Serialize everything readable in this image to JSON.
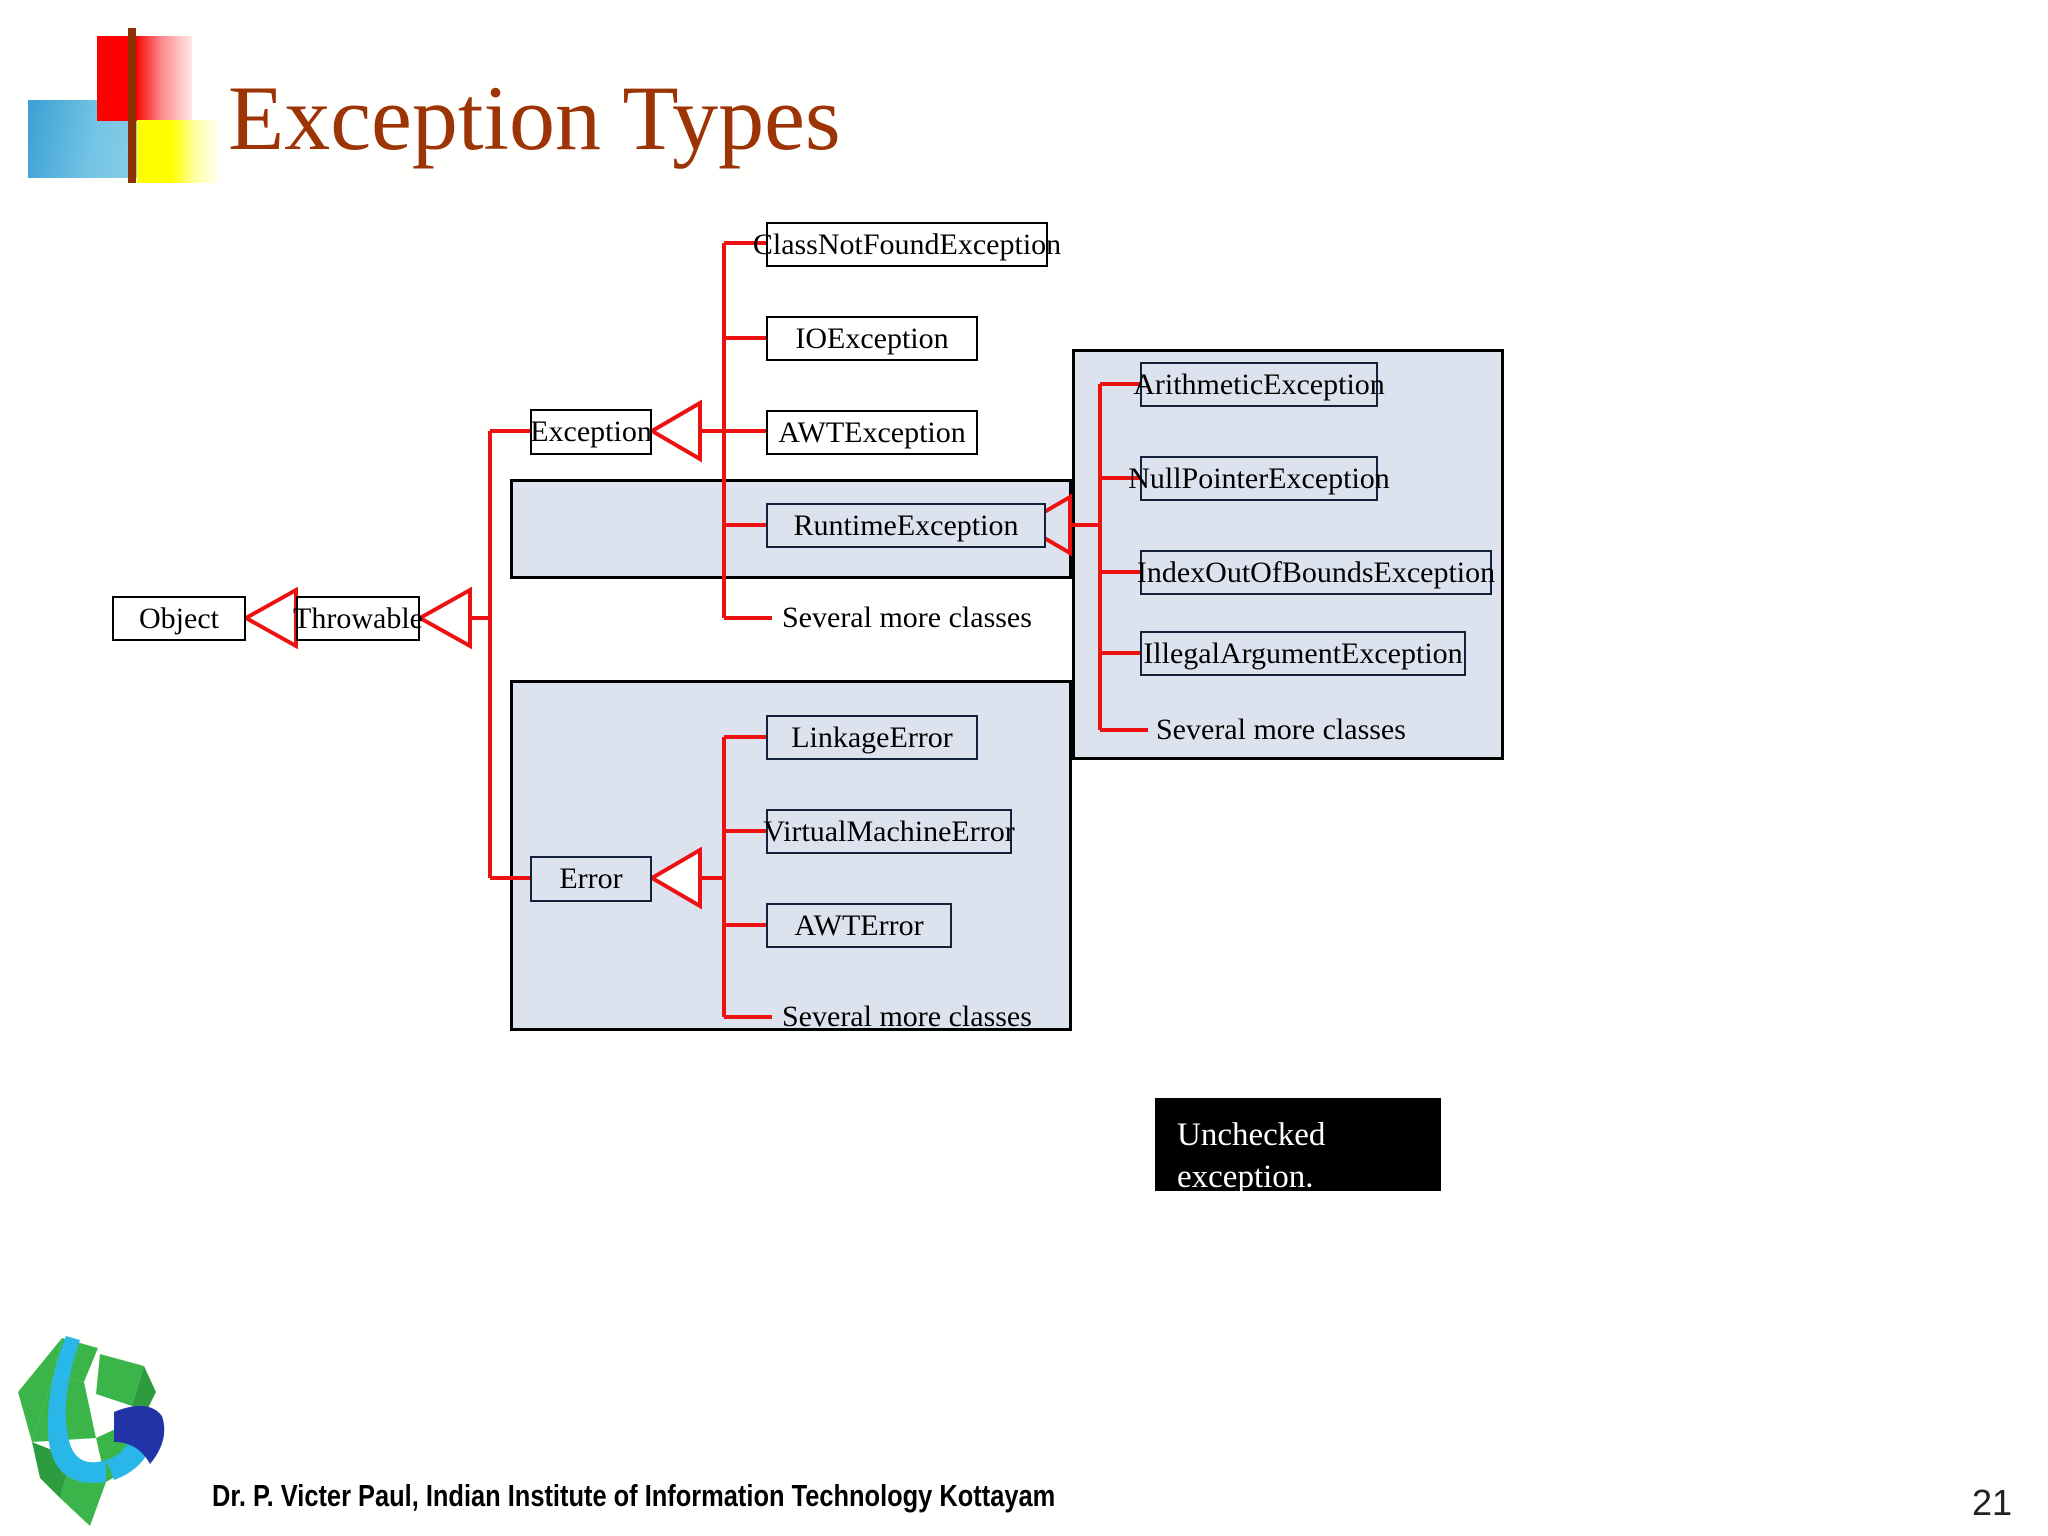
{
  "slide": {
    "title": "Exception Types",
    "page_number": "21",
    "footer": "Dr. P. Victer Paul, Indian Institute of Information Technology Kottayam"
  },
  "colors": {
    "title": "#9c3406",
    "connector": "#ee1111",
    "panel_fill": "#dde3ee",
    "box_border": "#000000",
    "callout_bg": "#000000",
    "callout_text": "#ffffff"
  },
  "diagram": {
    "type": "class-hierarchy",
    "root": "Object",
    "nodes": {
      "object": "Object",
      "throwable": "Throwable",
      "exception": "Exception",
      "error": "Error",
      "runtime_exception": "RuntimeException"
    },
    "exception_children": [
      "ClassNotFoundException",
      "IOException",
      "AWTException",
      "RuntimeException"
    ],
    "exception_more": "Several more classes",
    "runtime_children": [
      "ArithmeticException",
      "NullPointerException",
      "IndexOutOfBoundsException",
      "IllegalArgumentException"
    ],
    "runtime_more": "Several more classes",
    "error_children": [
      "LinkageError",
      "VirtualMachineError",
      "AWTError"
    ],
    "error_more": "Several more classes",
    "callout": "Unchecked exception."
  }
}
